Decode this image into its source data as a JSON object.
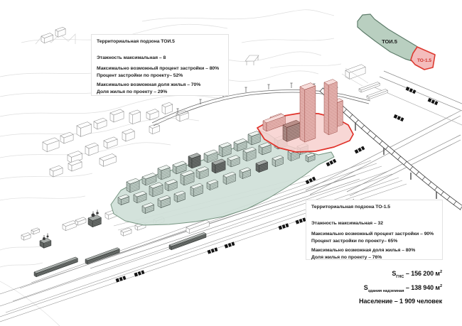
{
  "zones": [
    {
      "title": "Территориальная подзона ТОИ.5",
      "floors": "Этажность максимальная – 8",
      "build_max": "Максимально возможный процент застройки – 80%",
      "build_project": "Процент застройки по проекту– 52%",
      "housing_max": "Максимально возможная доля жилья – 70%",
      "housing_project": "Доля жилья по проекту – 29%"
    },
    {
      "title": "Территориальная подзона ТО-1.5",
      "floors": "Этажность максимальная – 32",
      "build_max": "Максимально возможный процент застройки – 90%",
      "build_project": "Процент застройки по проекту– 65%",
      "housing_max": "Максимально возможная доля жилья – 80%",
      "housing_project": "Доля жилья по проекту – 76%"
    }
  ],
  "inset": {
    "green_label": "ТОИ.5",
    "red_label": "ТО-1.5"
  },
  "stats": {
    "s1": {
      "prefix": "S",
      "sub": "ГНС",
      "rest": " – 156 200 м",
      "sup": "2"
    },
    "s2": {
      "prefix": "S",
      "sub": "здания надземная",
      "rest": " – 138 940 м",
      "sup": "2"
    },
    "population": "Население – 1 909 человек"
  },
  "colors": {
    "zone_green_fill": "#cfe0d8",
    "zone_green_stroke": "#74937f",
    "zone_red_fill": "#f7d0ce",
    "zone_red_stroke": "#e0322a",
    "inset_green_fill": "#b9cfc0",
    "inset_green_stroke": "#5f7d6b",
    "inset_red_fill": "#f4bcbc",
    "inset_red_stroke": "#dd3a30",
    "text": "#1c1c1c"
  }
}
